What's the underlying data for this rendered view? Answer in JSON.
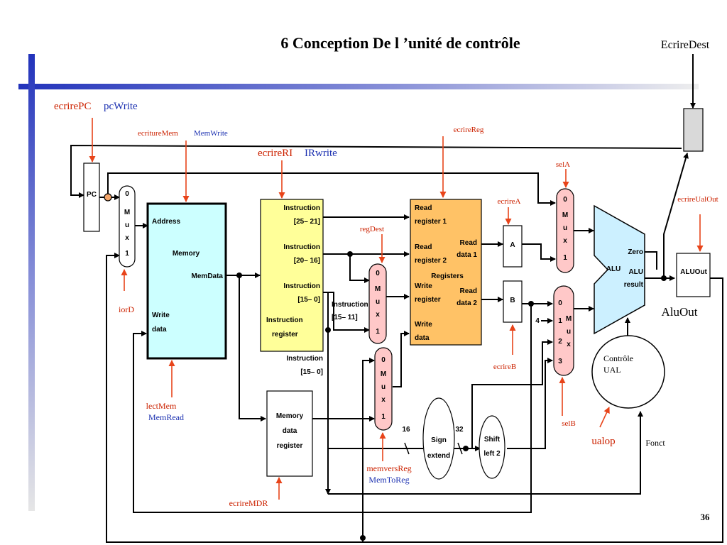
{
  "slide": {
    "title": "6 Conception De l ’unité de contrôle",
    "page_number": "36"
  },
  "labels": {
    "ecrire_dest": "EcrireDest",
    "ecrire_pc": "ecrirePC",
    "pc_write": "pcWrite",
    "ecriture_mem": "ecritureMem",
    "mem_write": "MemWrite",
    "ecrire_ri": "ecrireRI",
    "ir_write": "IRwrite",
    "ecrire_reg": "ecrireReg",
    "reg_dest": "regDest",
    "ecrire_a": "ecrireA",
    "sel_a": "selA",
    "ecrire_ual_out": "ecrireUalOut",
    "ior_d": "iorD",
    "lect_mem": "lectMem",
    "mem_read": "MemRead",
    "ecrire_b": "ecrireB",
    "sel_b": "selB",
    "ualop": "ualop",
    "fonct": "Fonct",
    "mem_vers_reg": "memversReg",
    "mem_to_reg": "MemToReg",
    "ecrire_mdr": "ecrireMDR",
    "alu_out_name": "AluOut"
  },
  "blocks": {
    "pc": "PC",
    "memory": {
      "address": "Address",
      "name": "Memory",
      "mem_data": "MemData",
      "write": "Write",
      "data": "data"
    },
    "ir": {
      "instr_a": "Instruction",
      "range_a": "[25– 21]",
      "instr_b": "Instruction",
      "range_b": "[20– 16]",
      "instr_c": "Instruction",
      "range_c": "[15– 0]",
      "name_1": "Instruction",
      "name_2": "register"
    },
    "instr_below_1": "Instruction",
    "instr_below_2": "[15– 0]",
    "instr_mid_1": "Instruction",
    "instr_mid_2": "[15– 11]",
    "registers": {
      "read_reg1_a": "Read",
      "read_reg1_b": "register 1",
      "read_reg2_a": "Read",
      "read_reg2_b": "register 2",
      "write_reg_a": "Write",
      "write_reg_b": "register",
      "write_data_a": "Write",
      "write_data_b": "data",
      "read_data1_a": "Read",
      "read_data1_b": "data 1",
      "read_data2_a": "Read",
      "read_data2_b": "data 2",
      "name": "Registers"
    },
    "reg_a": "A",
    "reg_b": "B",
    "alu": {
      "name": "ALU",
      "zero": "Zero",
      "result_a": "ALU",
      "result_b": "result"
    },
    "alu_out": "ALUOut",
    "mdr": {
      "l1": "Memory",
      "l2": "data",
      "l3": "register"
    },
    "sign_extend": {
      "l1": "Sign",
      "l2": "extend"
    },
    "shift_left": {
      "l1": "Shift",
      "l2": "left 2"
    },
    "alu_control": {
      "l1": "Contrôle",
      "l2": "UAL"
    },
    "bit_16": "16",
    "bit_32": "32",
    "const_4": "4"
  },
  "muxes": {
    "mux_pc": [
      "0",
      "M",
      "u",
      "x",
      "1"
    ],
    "mux_regdest": [
      "0",
      "M",
      "u",
      "x",
      "1"
    ],
    "mux_memtoreg": [
      "0",
      "M",
      "u",
      "x",
      "1"
    ],
    "mux_sela": [
      "0",
      "M",
      "u",
      "x",
      "1"
    ],
    "mux_selb": [
      "0",
      "1",
      "2",
      "3",
      "M",
      "u",
      "x"
    ]
  },
  "colors": {
    "accent_blue": "#3344cc",
    "signal_red": "#e8441a",
    "memory_fill": "#ccffff",
    "ir_fill": "#ffff99",
    "registers_fill": "#ffc266",
    "mux_fill": "#ffc8c8",
    "alu_fill": "#ccf0ff"
  }
}
